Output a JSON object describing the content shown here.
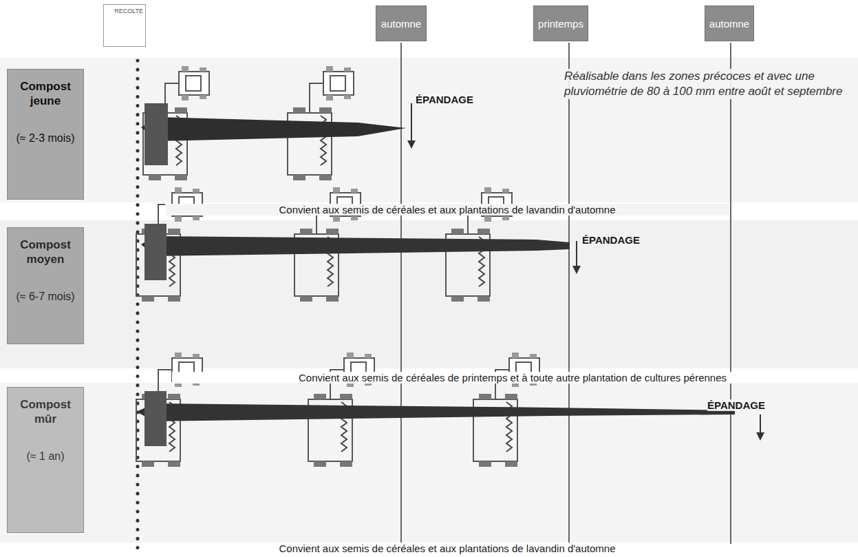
{
  "diagram": {
    "nodes": [
      {
        "text": [
          "RECOLTE"
        ]
      },
      {
        "text": [
          "automne"
        ]
      },
      {
        "text": [
          "printemps"
        ]
      },
      {
        "text": [
          "automne"
        ]
      },
      {
        "text": [
          "Compost jeune",
          "(≈ 2-3 mois)"
        ]
      },
      {
        "text": [
          "Compost moyen",
          "(≈ 6-7 mois)"
        ]
      },
      {
        "text": [
          "Compost mûr",
          "(≈ 1 an)"
        ]
      }
    ],
    "labels": [
      "ÉPANDAGE",
      "Réalisable dans les zones précoces et avec une pluviométrie de 80 à 100 mm entre août et septembre",
      "Convient aux semis de céréales et aux plantations de lavandin d'automne",
      "ÉPANDAGE",
      "Convient aux semis de céréales de printemps et à toute autre plantation de cultures pérennes",
      "ÉPANDAGE",
      "Convient aux semis de céréales et aux plantations de lavandin d'automne"
    ]
  }
}
